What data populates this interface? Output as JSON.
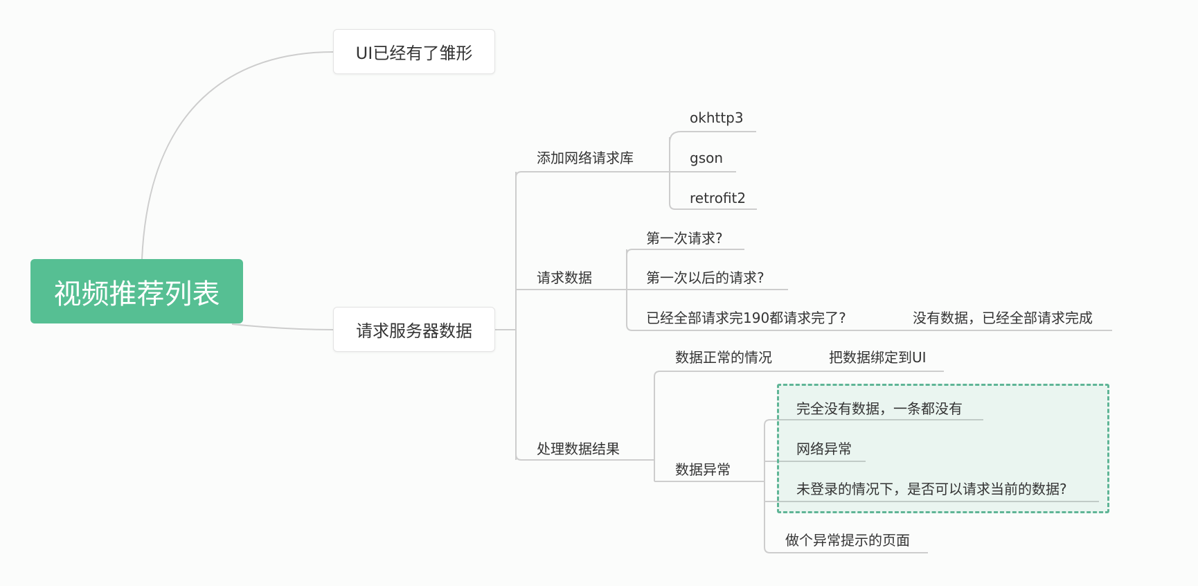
{
  "colors": {
    "central": "#56bf93",
    "highlight_border": "#5fb596",
    "connector": "#cccccc",
    "background": "#fbfcfb"
  },
  "mindmap": {
    "root": "视频推荐列表",
    "branch_ui": "UI已经有了雏形",
    "branch_request": "请求服务器数据",
    "add_lib": "添加网络请求库",
    "libs": [
      "okhttp3",
      "gson",
      "retrofit2"
    ],
    "request_data": "请求数据",
    "request_items": [
      "第一次请求?",
      "第一次以后的请求?",
      "已经全部请求完190都请求完了?"
    ],
    "no_data_done": "没有数据，已经全部请求完成",
    "handle_result": "处理数据结果",
    "normal_case": "数据正常的情况",
    "bind_ui": "把数据绑定到UI",
    "abnormal": "数据异常",
    "abnormal_items": [
      "完全没有数据，一条都没有",
      "网络异常",
      "未登录的情况下，是否可以请求当前的数据?"
    ],
    "error_page": "做个异常提示的页面"
  }
}
